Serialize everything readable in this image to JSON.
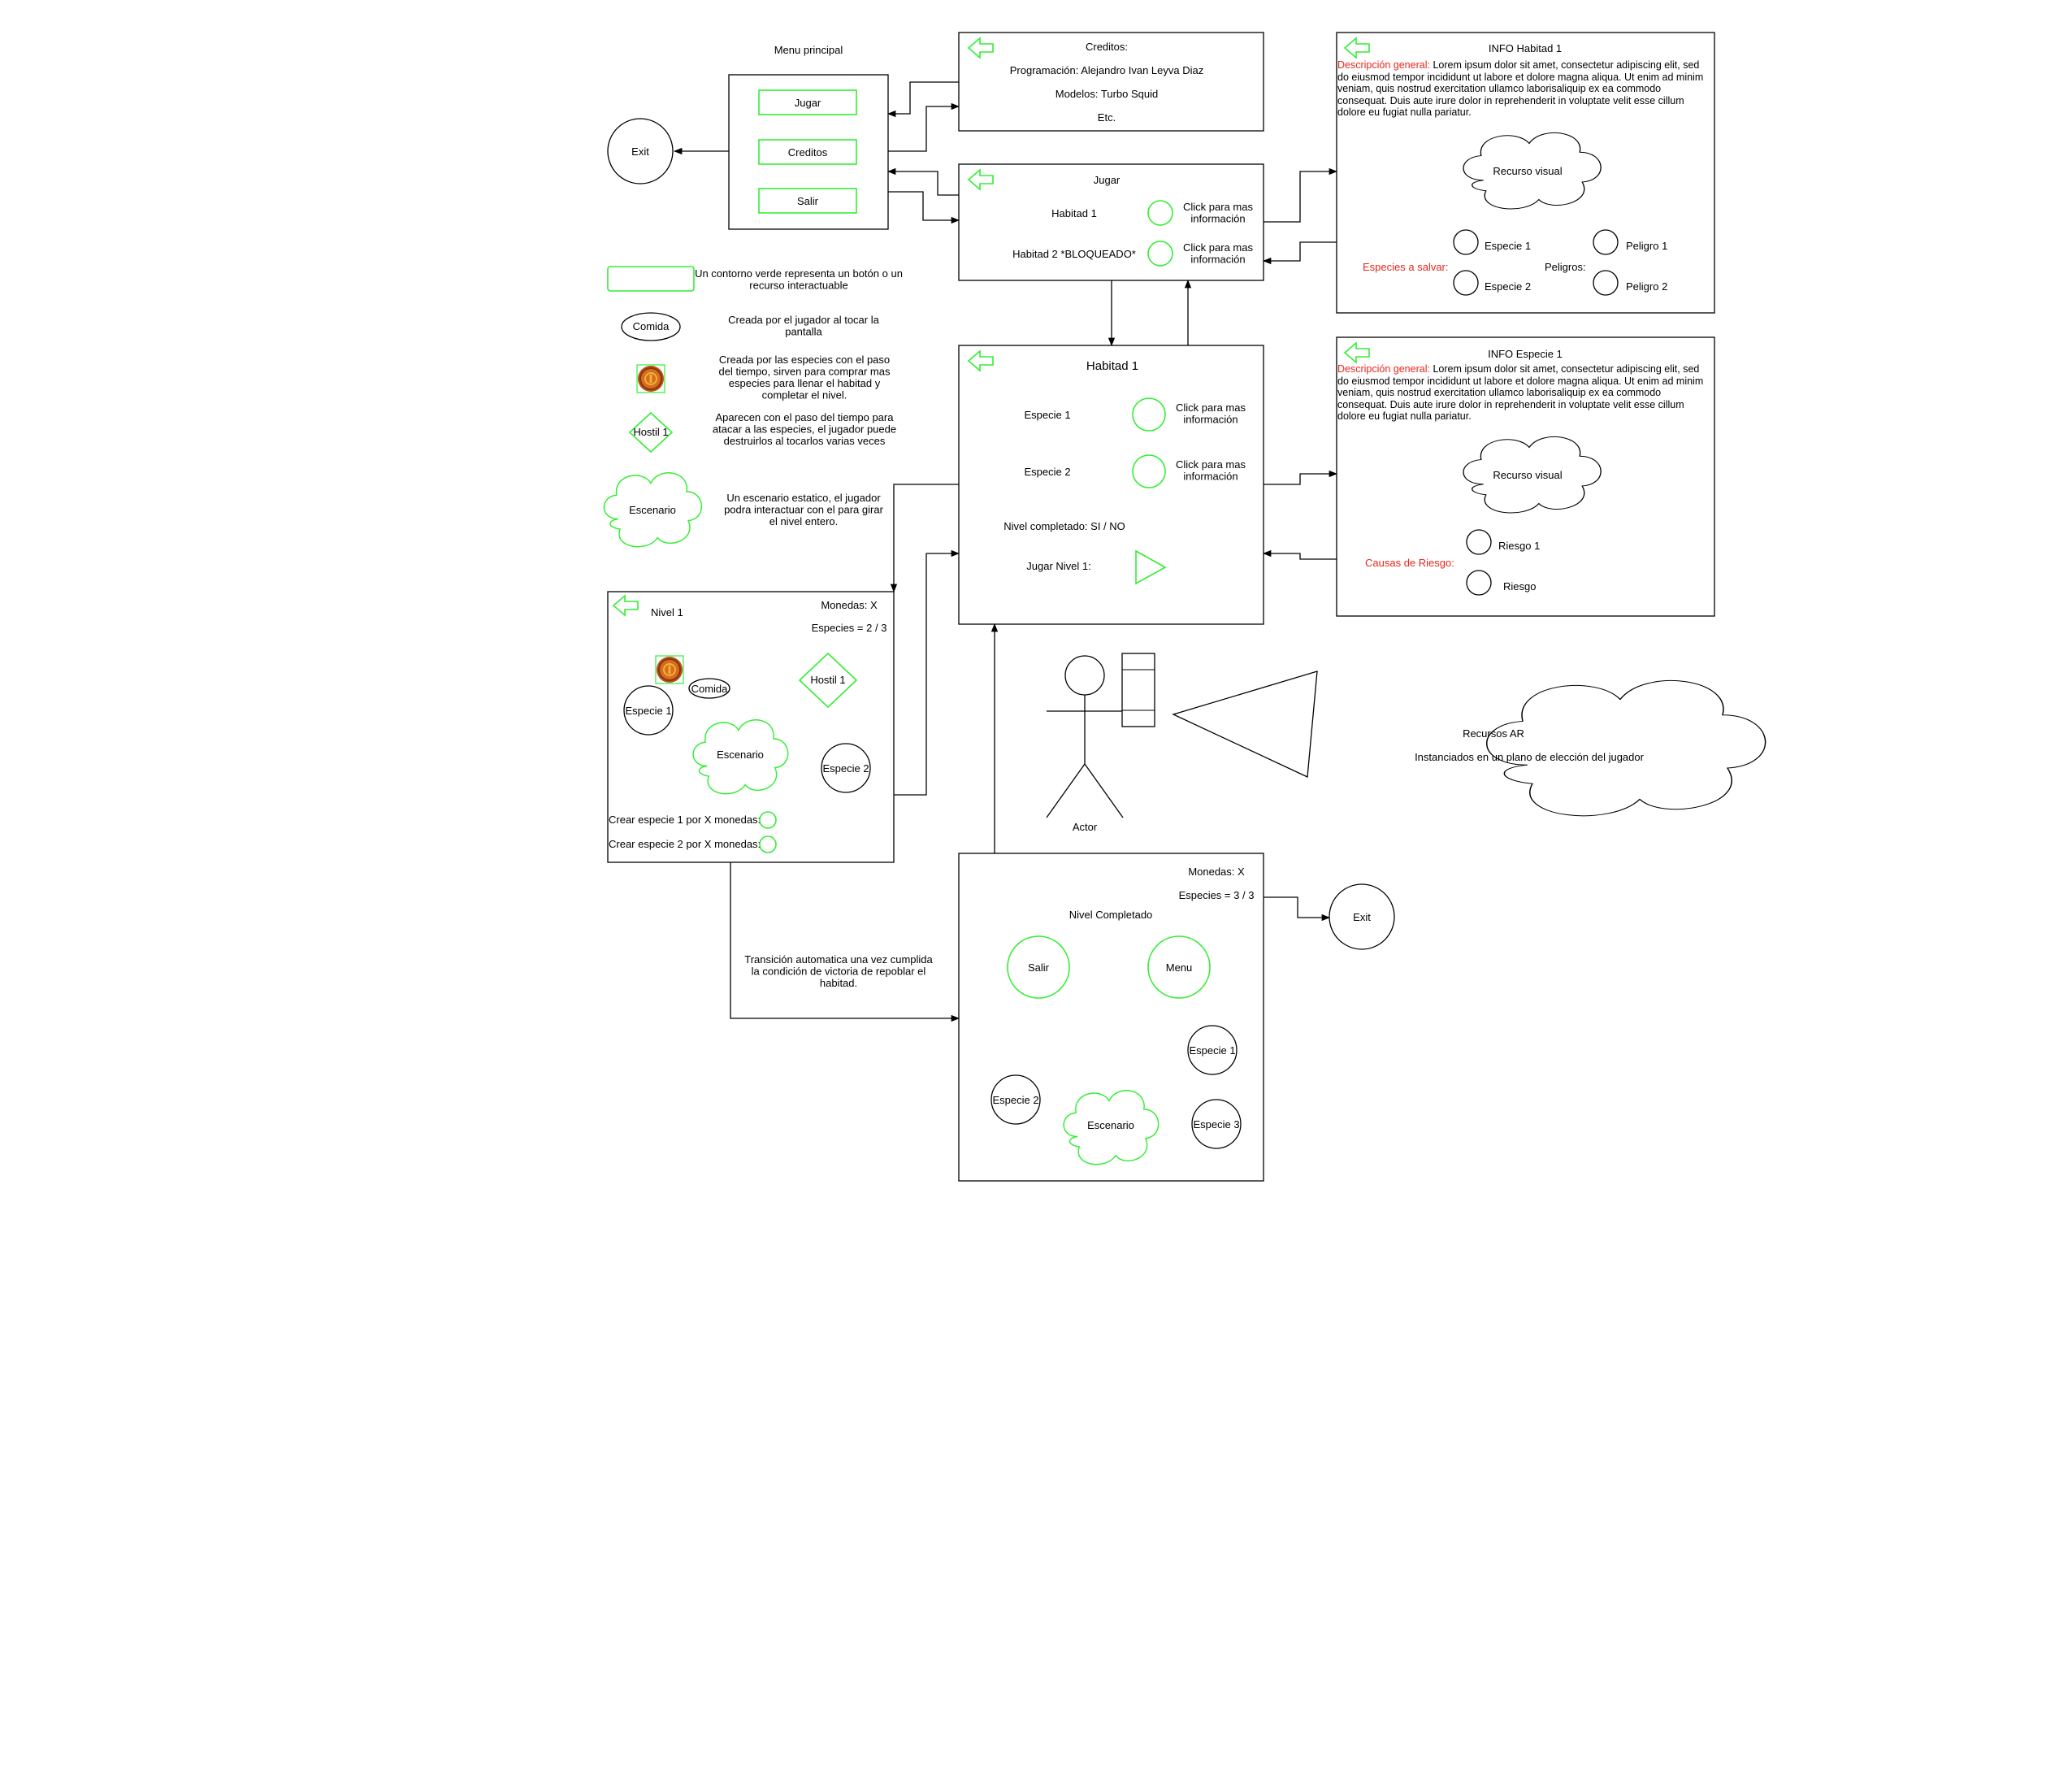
{
  "colors": {
    "interactive_outline": "#33ee33",
    "highlight_text": "#e8251b",
    "line": "#000000"
  },
  "icons": {
    "back": "arrow-left-outline-icon",
    "coin": "coin-icon",
    "play": "play-triangle-icon"
  },
  "main_menu": {
    "title": "Menu principal",
    "buttons": [
      "Jugar",
      "Creditos",
      "Salir"
    ]
  },
  "exit_nodes": [
    "Exit",
    "Exit"
  ],
  "credits": {
    "title": "Creditos:",
    "lines": [
      "Programación: Alejandro Ivan Leyva Diaz",
      "Modelos: Turbo Squid",
      "Etc."
    ]
  },
  "play_screen": {
    "title": "Jugar",
    "rows": [
      {
        "label": "Habitad 1",
        "action": "Click para mas información"
      },
      {
        "label": "Habitad 2 *BLOQUEADO*",
        "action": "Click para mas información"
      }
    ]
  },
  "info_habitat": {
    "title": "INFO Habitad 1",
    "desc_label": "Descripción general:",
    "desc_text": "Lorem ipsum dolor sit amet, consectetur adipiscing elit, sed do eiusmod tempor incididunt ut labore et dolore magna aliqua. Ut enim ad minim veniam, quis nostrud exercitation ullamco laborisaliquip ex ea commodo consequat. Duis aute irure dolor in reprehenderit in voluptate velit esse cillum dolore eu fugiat nulla pariatur.",
    "visual": "Recurso visual",
    "species_label": "Especies a salvar:",
    "species": [
      "Especie 1",
      "Especie 2"
    ],
    "dangers_label": "Peligros:",
    "dangers": [
      "Peligro 1",
      "Peligro 2"
    ]
  },
  "info_species": {
    "title": "INFO Especie 1",
    "desc_label": "Descripción general:",
    "desc_text": "Lorem ipsum dolor sit amet, consectetur adipiscing elit, sed do eiusmod tempor incididunt ut labore et dolore magna aliqua. Ut enim ad minim veniam, quis nostrud exercitation ullamco laborisaliquip ex ea commodo consequat. Duis aute irure dolor in reprehenderit in voluptate velit esse cillum dolore eu fugiat nulla pariatur.",
    "visual": "Recurso visual",
    "risk_label": "Causas de Riesgo:",
    "risks": [
      "Riesgo 1",
      "Riesgo"
    ]
  },
  "habitat_screen": {
    "title": "Habitad 1",
    "rows": [
      {
        "label": "Especie 1",
        "action": "Click para mas información"
      },
      {
        "label": "Especie 2",
        "action": "Click para mas información"
      }
    ],
    "level_done": "Nivel completado:   SI / NO",
    "play_level": "Jugar Nivel 1:"
  },
  "legend": [
    {
      "shape": "Un contorno verde representa un botón o un recurso interactuable"
    },
    {
      "sample": "Comida",
      "desc": "Creada por el jugador al tocar la pantalla"
    },
    {
      "desc": "Creada por las especies con el paso del tiempo, sirven para comprar mas especies para llenar el habitad y completar el nivel."
    },
    {
      "sample": "Hostil 1",
      "desc": "Aparecen con el paso del tiempo para atacar a las especies, el jugador puede destruirlos al tocarlos varias veces"
    },
    {
      "sample": "Escenario",
      "desc": "Un escenario estatico, el jugador podra interactuar con el para girar el nivel entero."
    }
  ],
  "level_screen": {
    "title": "Nivel 1",
    "coins": "Monedas: X",
    "species_count": "Especies = 2 / 3",
    "food": "Comida",
    "hostile": "Hostil 1",
    "species": [
      "Especie 1",
      "Especie 2"
    ],
    "scenario": "Escenario",
    "buy": [
      "Crear especie 1 por X monedas:",
      "Crear especie 2 por X monedas:"
    ]
  },
  "actor": {
    "label": "Actor"
  },
  "ar": {
    "title": "Recursos AR",
    "subtitle": "Instanciados en un plano de elección del jugador"
  },
  "transition_note": "Transición automatica una vez cumplida la condición de victoria de repoblar el habitad.",
  "complete_screen": {
    "coins": "Monedas: X",
    "species_count": "Especies = 3 / 3",
    "title": "Nivel Completado",
    "buttons": [
      "Salir",
      "Menu"
    ],
    "species": [
      "Especie 1",
      "Especie 2",
      "Especie 3"
    ],
    "scenario": "Escenario"
  }
}
